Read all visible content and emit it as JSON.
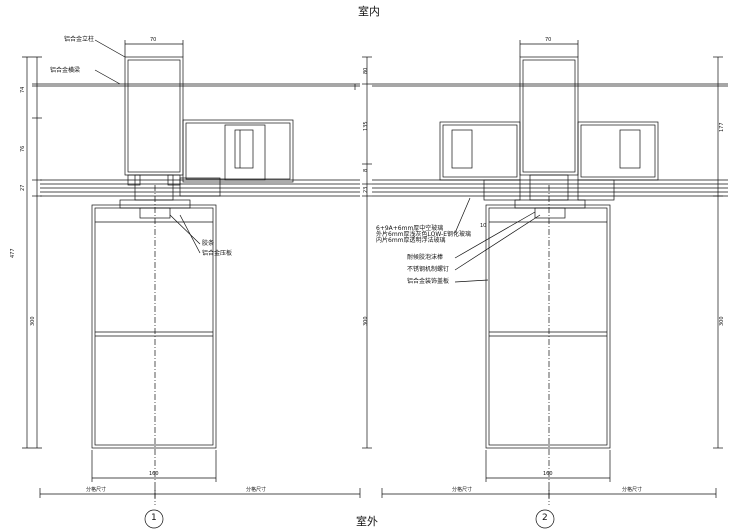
{
  "titles": {
    "interior": "室内",
    "exterior": "室外"
  },
  "left_detail": {
    "number": "1",
    "labels": {
      "mullion": "铝合金立柱",
      "transom": "铝合金横梁",
      "sealant": "胶条",
      "pressure_plate": "铝合金压板"
    },
    "dims": {
      "top_width": "70",
      "bottom_width": "160",
      "grid_left": "分格尺寸",
      "grid_right": "分格尺寸",
      "v74": "74",
      "v76": "76",
      "v27": "27",
      "v477": "477",
      "v300": "300"
    }
  },
  "right_detail": {
    "number": "2",
    "labels": {
      "glass_1": "6+9A+6mm厚中空玻璃",
      "glass_2": "外片6mm厚浅灰色LOW-E钢化玻璃",
      "glass_3": "内片6mm厚透明浮法玻璃",
      "foam_rod": "耐候胶泡沫棒",
      "screw": "不锈钢机制螺钉",
      "cover": "铝合金装饰盖板"
    },
    "dims": {
      "top_width": "70",
      "bottom_width": "160",
      "grid_left": "分格尺寸",
      "grid_right": "分格尺寸",
      "v80": "80",
      "v135": "135",
      "v8": "8",
      "v23": "23",
      "v177": "177",
      "v300": "300",
      "v10": "10"
    }
  },
  "colors": {
    "line": "#111111"
  }
}
